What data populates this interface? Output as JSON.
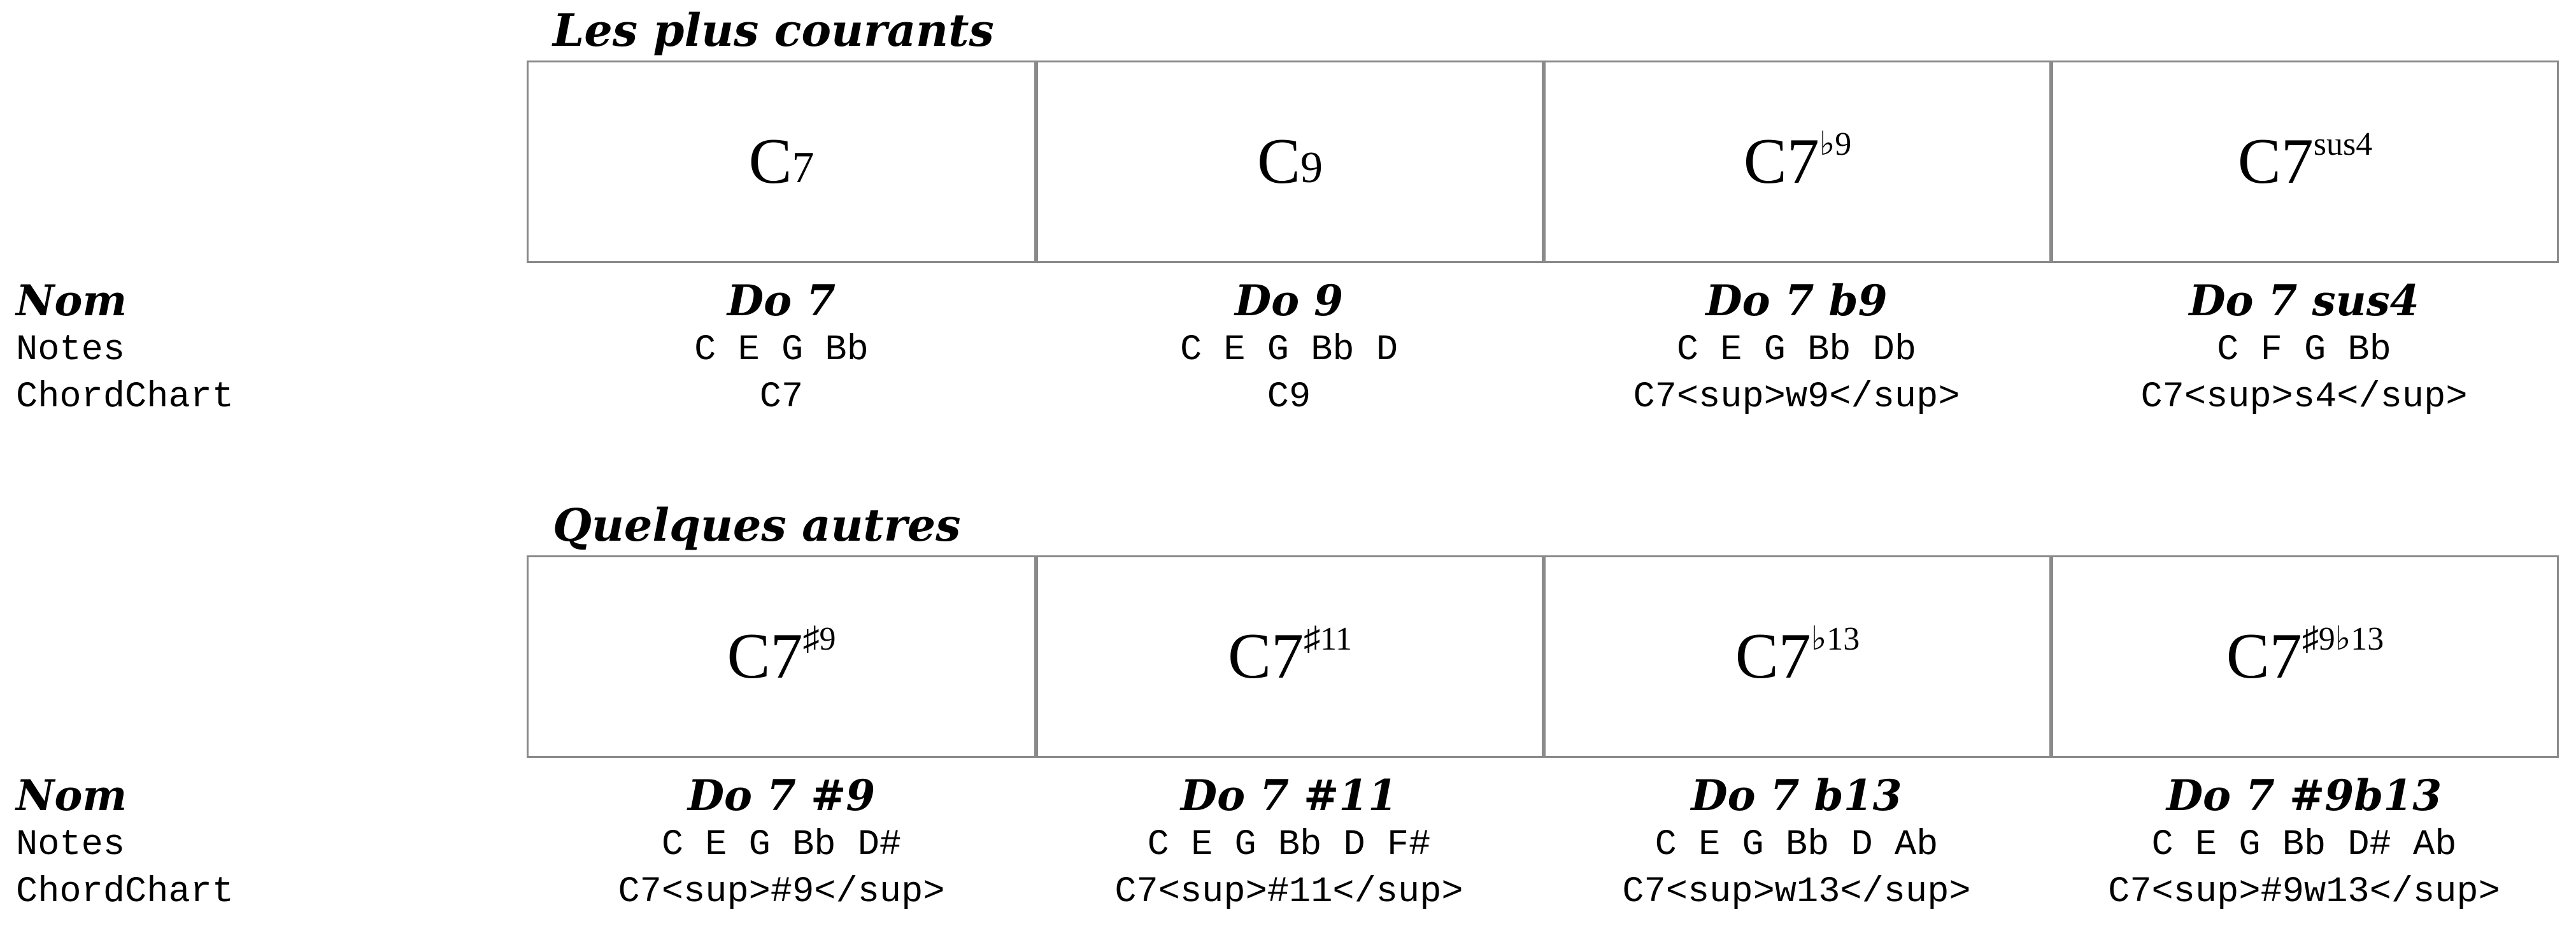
{
  "labels": {
    "name": "Nom",
    "notes": "Notes",
    "chordchart": "ChordChart"
  },
  "sections": [
    {
      "title": "Les plus courants",
      "chords": [
        {
          "symbol_base": "C",
          "symbol_mid": "7",
          "symbol_sup": "",
          "name": "Do 7",
          "notes": "C E G Bb",
          "chordchart": "C7"
        },
        {
          "symbol_base": "C",
          "symbol_mid": "9",
          "symbol_sup": "",
          "name": "Do 9",
          "notes": "C E G Bb D",
          "chordchart": "C9"
        },
        {
          "symbol_base": "C7",
          "symbol_mid": "",
          "symbol_sup": "♭9",
          "name": "Do 7 b9",
          "notes": "C E G Bb Db",
          "chordchart": "C7<sup>w9</sup>"
        },
        {
          "symbol_base": "C7",
          "symbol_mid": "",
          "symbol_sup": "sus4",
          "name": "Do 7 sus4",
          "notes": "C F G Bb",
          "chordchart": "C7<sup>s4</sup>"
        }
      ]
    },
    {
      "title": "Quelques autres",
      "chords": [
        {
          "symbol_base": "C7",
          "symbol_mid": "",
          "symbol_sup": "♯9",
          "name": "Do 7 #9",
          "notes": "C E G Bb D#",
          "chordchart": "C7<sup>#9</sup>"
        },
        {
          "symbol_base": "C7",
          "symbol_mid": "",
          "symbol_sup": "♯11",
          "name": "Do 7 #11",
          "notes": "C E G Bb D F#",
          "chordchart": "C7<sup>#11</sup>"
        },
        {
          "symbol_base": "C7",
          "symbol_mid": "",
          "symbol_sup": "♭13",
          "name": "Do 7 b13",
          "notes": "C E G Bb D Ab",
          "chordchart": "C7<sup>w13</sup>"
        },
        {
          "symbol_base": "C7",
          "symbol_mid": "",
          "symbol_sup": "♯9♭13",
          "name": "Do 7 #9b13",
          "notes": "C E G Bb D# Ab",
          "chordchart": "C7<sup>#9w13</sup>"
        }
      ]
    }
  ]
}
